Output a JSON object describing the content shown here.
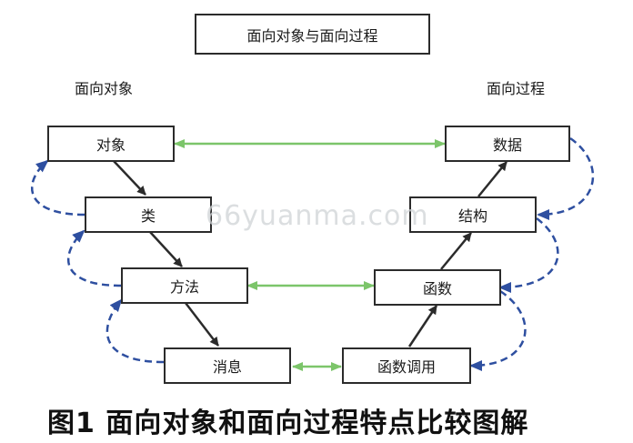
{
  "header": {
    "title": "面向对象与面向过程"
  },
  "columns": {
    "left_label": "面向对象",
    "right_label": "面向过程"
  },
  "left_boxes": [
    "对象",
    "类",
    "方法",
    "消息"
  ],
  "right_boxes": [
    "数据",
    "结构",
    "函数",
    "函数调用"
  ],
  "watermark": "66yuanma.com",
  "caption": "图1  面向对象和面向过程特点比较图解",
  "colors": {
    "box_border": "#2b2b2b",
    "black_arrow": "#2b2b2b",
    "green_arrow": "#7cc56a",
    "blue_dashed": "#2e4fa0"
  }
}
